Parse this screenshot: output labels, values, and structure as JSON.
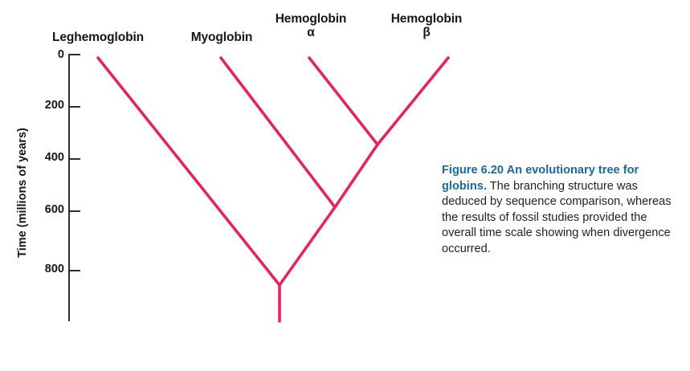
{
  "figure": {
    "caption_lead": "Figure 6.20  An evolutionary tree for globins.",
    "caption_body": "  The branching structure was deduced by sequence comparison, whereas the results of fossil studies provided the overall time scale showing when divergence occurred.",
    "lead_color": "#1b6a9c",
    "body_color": "#231f20",
    "branch_color": "#e5245e"
  },
  "axis": {
    "title": "Time (millions of years)",
    "ticks": [
      {
        "label": "0",
        "value": 0
      },
      {
        "label": "200",
        "value": 200
      },
      {
        "label": "400",
        "value": 400
      },
      {
        "label": "600",
        "value": 600
      },
      {
        "label": "800",
        "value": 800
      }
    ]
  },
  "taxa": [
    {
      "name": "Leghemoglobin",
      "line1": "Leghemoglobin",
      "line2": ""
    },
    {
      "name": "Myoglobin",
      "line1": "Myoglobin",
      "line2": ""
    },
    {
      "name": "Hemoglobin alpha",
      "line1": "Hemoglobin",
      "line2": "α"
    },
    {
      "name": "Hemoglobin beta",
      "line1": "Hemoglobin",
      "line2": "β"
    }
  ],
  "chart_data": {
    "type": "line",
    "title": "An evolutionary tree for globins",
    "xlabel": "",
    "ylabel": "Time (millions of years)",
    "ylim": [
      0,
      1030
    ],
    "y_inverted": true,
    "grid": false,
    "legend": "none",
    "tips": [
      {
        "taxon": "Leghemoglobin",
        "x": 122,
        "time": 0
      },
      {
        "taxon": "Myoglobin",
        "x": 275,
        "time": 0
      },
      {
        "taxon": "Hemoglobin alpha",
        "x": 385,
        "time": 0
      },
      {
        "taxon": "Hemoglobin beta",
        "x": 558,
        "time": 0
      }
    ],
    "nodes": [
      {
        "name": "alpha-beta-split",
        "x": 470,
        "time": 335,
        "children": [
          "Hemoglobin alpha",
          "Hemoglobin beta"
        ]
      },
      {
        "name": "myoglobin-hemoglobin-split",
        "x": 417,
        "time": 600,
        "children": [
          "Myoglobin",
          "alpha-beta-split"
        ]
      },
      {
        "name": "root-split",
        "x": 348,
        "time": 870,
        "children": [
          "Leghemoglobin",
          "myoglobin-hemoglobin-split"
        ]
      }
    ],
    "root_stem": {
      "x": 348,
      "time_from": 870,
      "time_to": 1010
    }
  }
}
